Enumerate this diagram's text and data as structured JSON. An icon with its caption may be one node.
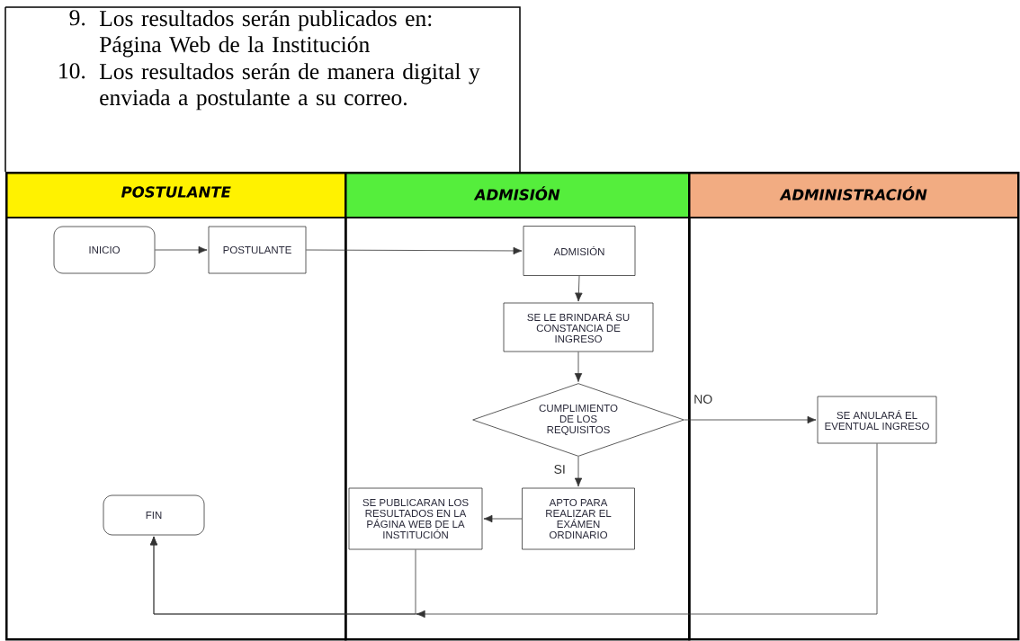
{
  "diagram": {
    "nodes": [
      {
        "text": [
          "POSTULANTE"
        ]
      },
      {
        "text": [
          "ADMISIÓN"
        ]
      },
      {
        "text": [
          "ADMINISTRACIÓN"
        ]
      },
      {
        "text": [
          "INICIO"
        ],
        "in": 0
      },
      {
        "text": [
          "POSTULANTE"
        ],
        "in": 0
      },
      {
        "text": [
          "ADMISIÓN"
        ],
        "in": 1
      },
      {
        "text": [
          "SE LE BRINDARÁ SU CONSTANCIA DE INGRESO"
        ],
        "in": 1
      },
      {
        "text": [
          "CUMPLIMIENTO DE LOS REQUISITOS"
        ],
        "in": 1
      },
      {
        "text": [
          "APTO PARA REALIZAR EL EXÁMEN ORDINARIO"
        ],
        "in": 1
      },
      {
        "text": [
          "SE PUBLICARAN LOS RESULTADOS EN LA PÁGINA WEB DE LA INSTITUCIÓN"
        ],
        "in": 1
      },
      {
        "text": [
          "SE ANULARÁ EL EVENTUAL INGRESO"
        ],
        "in": 2
      },
      {
        "text": [
          "FIN"
        ],
        "in": 0
      }
    ],
    "edges": [
      {
        "from": 3,
        "to": 4,
        "arrow": "to"
      },
      {
        "from": 4,
        "to": 5,
        "arrow": "to"
      },
      {
        "from": 5,
        "to": 6,
        "arrow": "to"
      },
      {
        "from": 6,
        "to": 7,
        "arrow": "to"
      },
      {
        "from": 7,
        "to": 10,
        "arrow": "to",
        "label": "NO"
      },
      {
        "from": 7,
        "to": 8,
        "arrow": "to",
        "label": "SI"
      },
      {
        "from": 8,
        "to": 9,
        "arrow": "to"
      },
      {
        "from": 9,
        "to": 11,
        "arrow": "to"
      },
      {
        "from": 10,
        "to": 11,
        "arrow": "to"
      }
    ],
    "labels": [
      "9.",
      "Los resultados serán publicados en: Página Web de la Institución",
      "10.",
      "Los resultados serán de manera digital y enviada a postulante a su correo."
    ]
  }
}
